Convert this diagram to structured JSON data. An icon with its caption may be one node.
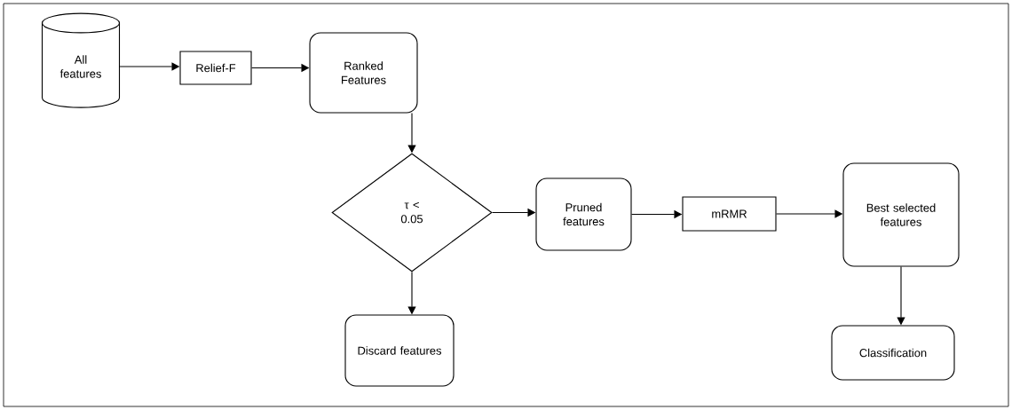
{
  "diagram": {
    "nodes": [
      {
        "text": [
          "All features"
        ]
      },
      {
        "text": [
          "Relief-F"
        ]
      },
      {
        "text": [
          "Ranked Features"
        ]
      },
      {
        "text": [
          "τ < 0.05"
        ]
      },
      {
        "text": [
          "Pruned features"
        ]
      },
      {
        "text": [
          "mRMR"
        ]
      },
      {
        "text": [
          "Best selected features"
        ]
      },
      {
        "text": [
          "Discard features"
        ]
      },
      {
        "text": [
          "Classification"
        ]
      }
    ],
    "edges": [
      {
        "from": 0,
        "to": 1,
        "arrow": "to"
      },
      {
        "from": 1,
        "to": 2,
        "arrow": "to"
      },
      {
        "from": 2,
        "to": 3,
        "arrow": "to"
      },
      {
        "from": 3,
        "to": 4,
        "arrow": "to"
      },
      {
        "from": 3,
        "to": 7,
        "arrow": "to"
      },
      {
        "from": 4,
        "to": 5,
        "arrow": "to"
      },
      {
        "from": 5,
        "to": 6,
        "arrow": "to"
      },
      {
        "from": 6,
        "to": 8,
        "arrow": "to"
      }
    ]
  }
}
